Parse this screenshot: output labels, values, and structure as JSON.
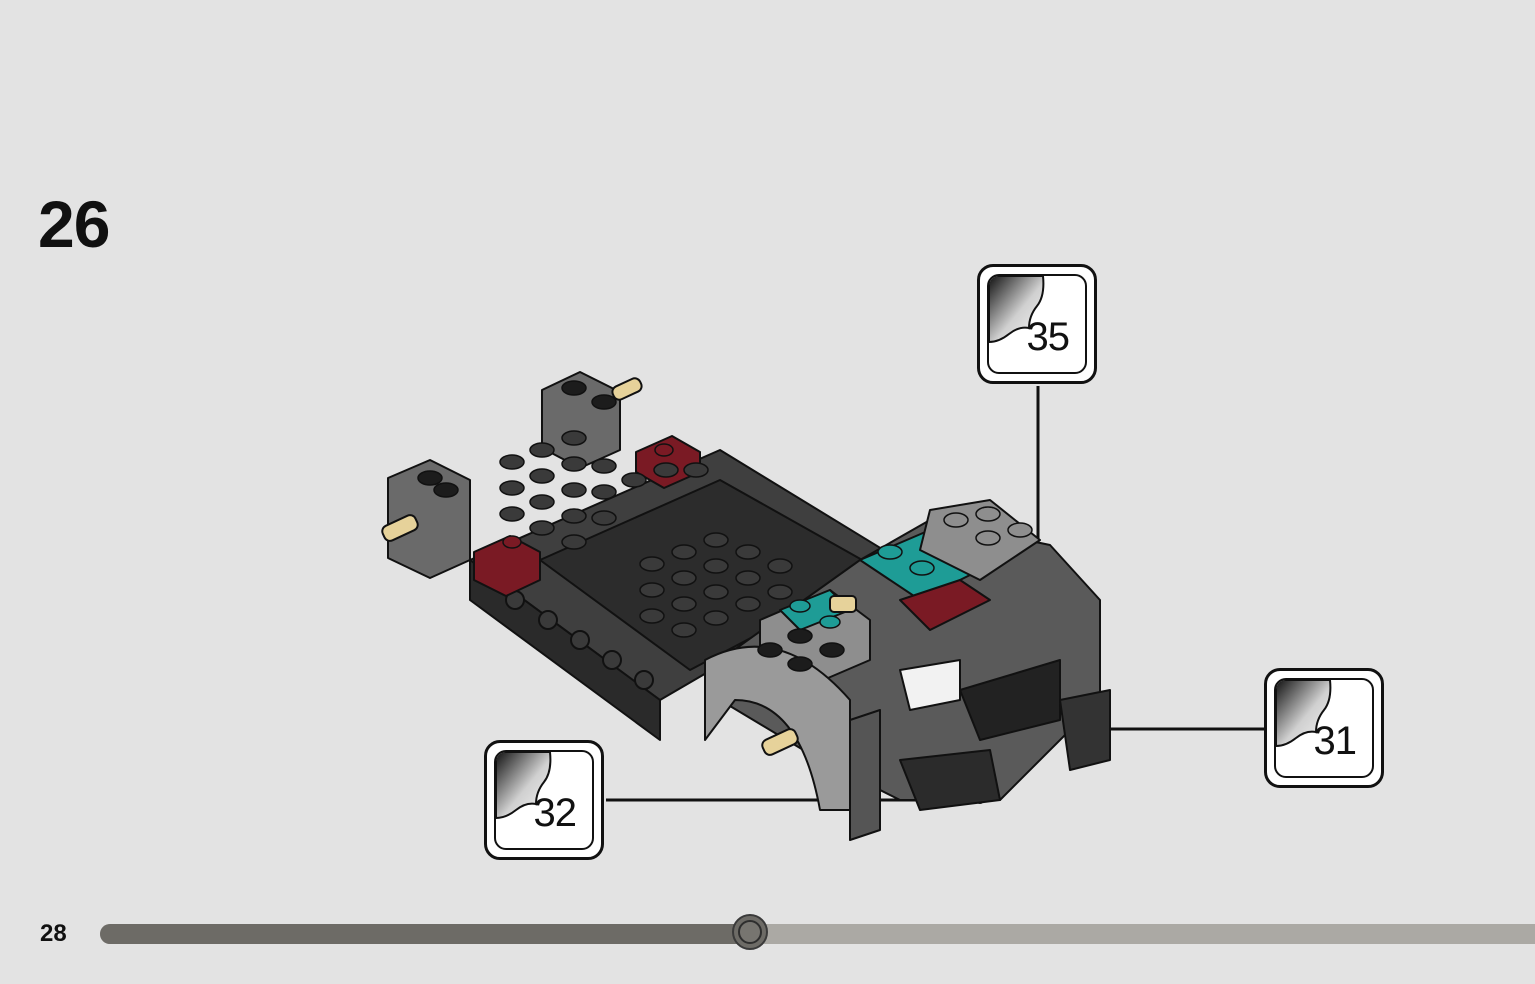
{
  "step": {
    "number": "26"
  },
  "page": {
    "number": "28"
  },
  "progress": {
    "fraction": 0.453
  },
  "stickers": [
    {
      "number": "35"
    },
    {
      "number": "31"
    },
    {
      "number": "32"
    }
  ],
  "colors": {
    "background": "#e3e3e3",
    "dark_gray": "#4a4a4a",
    "light_gray": "#8e8e8e",
    "black": "#1c1c1c",
    "dark_red": "#7a1a24",
    "teal": "#1e9c96",
    "tan": "#e6d29a"
  }
}
